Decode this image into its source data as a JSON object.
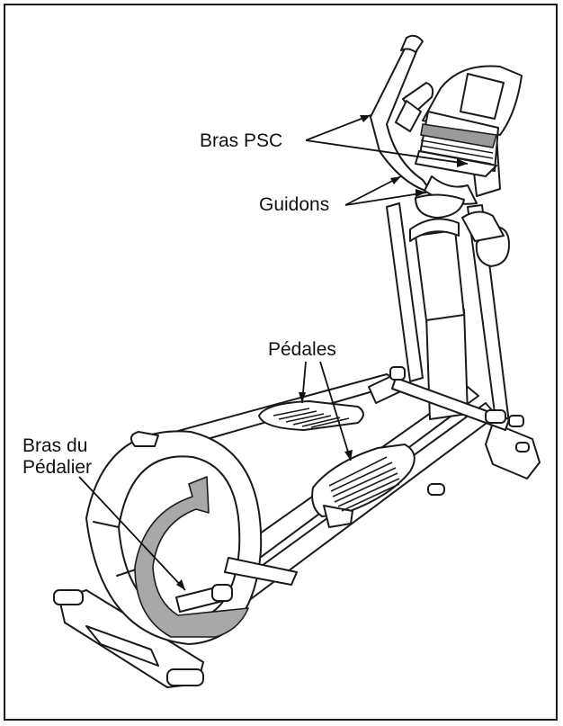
{
  "labels": {
    "bras_psc": "Bras PSC",
    "guidons": "Guidons",
    "pedales": "Pédales",
    "bras_pedalier_line1": "Bras du",
    "bras_pedalier_line2": "Pédalier"
  }
}
